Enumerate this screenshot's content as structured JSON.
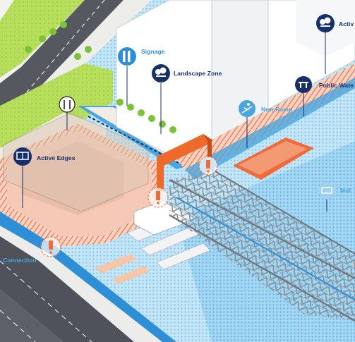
{
  "labels": {
    "signage": "Signage",
    "landscape_zone": "Landscape Zone",
    "active_edges": "Active Edges",
    "new_ramp": "New Ramp",
    "public_water": "Public Wate",
    "active_top": "Activ",
    "mul": "Mul",
    "connection": "Connection"
  },
  "colors": {
    "water": "#bfe4f4",
    "dark_water": "#2f8fd6",
    "road": "#4a4d54",
    "plaza": "#f4cbb8",
    "hatch": "#f06a3a",
    "green": "#a4d247",
    "tree": "#7cc13a",
    "navy": "#17306b",
    "accent": "#4aa6de",
    "orange": "#ee6a2a"
  },
  "icons": [
    "signage-icon",
    "landscape-zone-icon",
    "active-edges-icon",
    "new-ramp-icon",
    "public-water-icon",
    "active-icon",
    "mul-icon",
    "restaurant-icon",
    "warning-icon"
  ]
}
